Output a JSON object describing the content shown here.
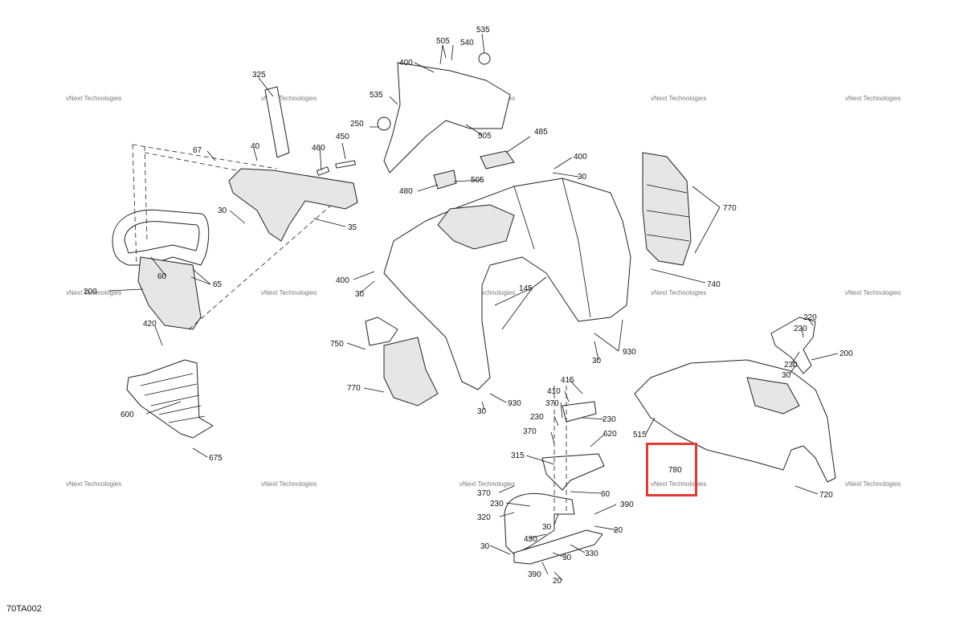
{
  "diagram_code": "70TA002",
  "watermark": "vNext Technologies",
  "highlight_color": "#e53935",
  "callouts": {
    "c400a": "400",
    "c505a": "505",
    "c540": "540",
    "c535a": "535",
    "c535b": "535",
    "c250": "250",
    "c505b": "505",
    "c485": "485",
    "c400b": "400",
    "c30a": "30",
    "c505c": "505",
    "c480": "480",
    "c325": "325",
    "c40": "40",
    "c67": "67",
    "c460": "460",
    "c450": "450",
    "c30b": "30",
    "c35": "35",
    "c770a": "770",
    "c740": "740",
    "c60a": "60",
    "c65": "65",
    "c200a": "200",
    "c420": "420",
    "c400c": "400",
    "c30c": "30",
    "c145": "145",
    "c930a": "930",
    "c30d": "30",
    "c750": "750",
    "c770b": "770",
    "c930b": "930",
    "c30e": "30",
    "c600": "600",
    "c675": "675",
    "c415": "415",
    "c410": "410",
    "c370a": "370",
    "c230a": "230",
    "c230b": "230",
    "c370b": "370",
    "c620": "620",
    "c315": "315",
    "c60b": "60",
    "c370c": "370",
    "c230c": "230",
    "c320": "320",
    "c390a": "390",
    "c20a": "20",
    "c430": "430",
    "c30f": "30",
    "c30g": "30",
    "c330": "330",
    "c390b": "390",
    "c20b": "20",
    "c30h": "30",
    "c515": "515",
    "c780": "780",
    "c720": "720",
    "c220": "220",
    "c230d": "230",
    "c200b": "200",
    "c230e": "230",
    "c30i": "30"
  }
}
